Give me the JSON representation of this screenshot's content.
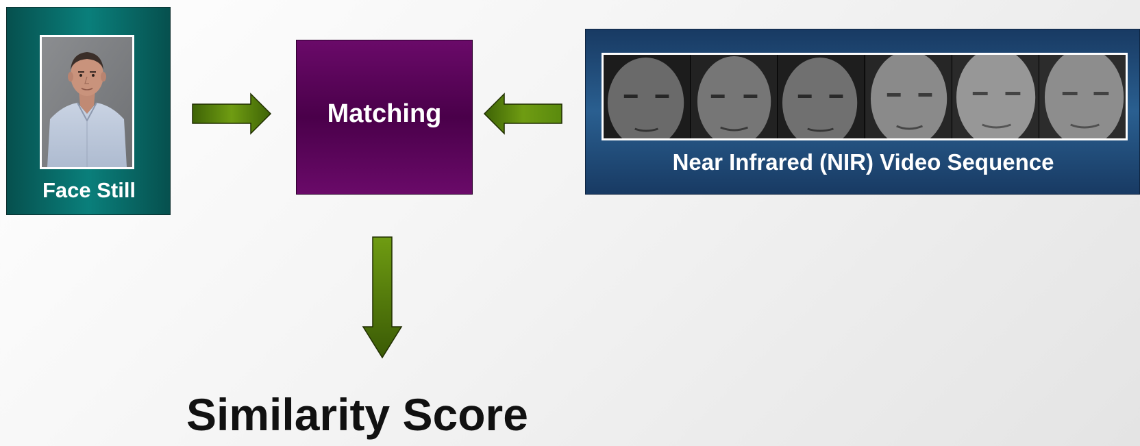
{
  "face_panel": {
    "label": "Face Still"
  },
  "matching": {
    "label": "Matching"
  },
  "nir_panel": {
    "label": "Near Infrared (NIR) Video Sequence",
    "frame_count": 6
  },
  "output": {
    "label": "Similarity Score"
  },
  "colors": {
    "face_panel": "#0a7f7b",
    "matching_box": "#5a025a",
    "nir_panel": "#21507d",
    "arrow": "#4d7a08"
  }
}
